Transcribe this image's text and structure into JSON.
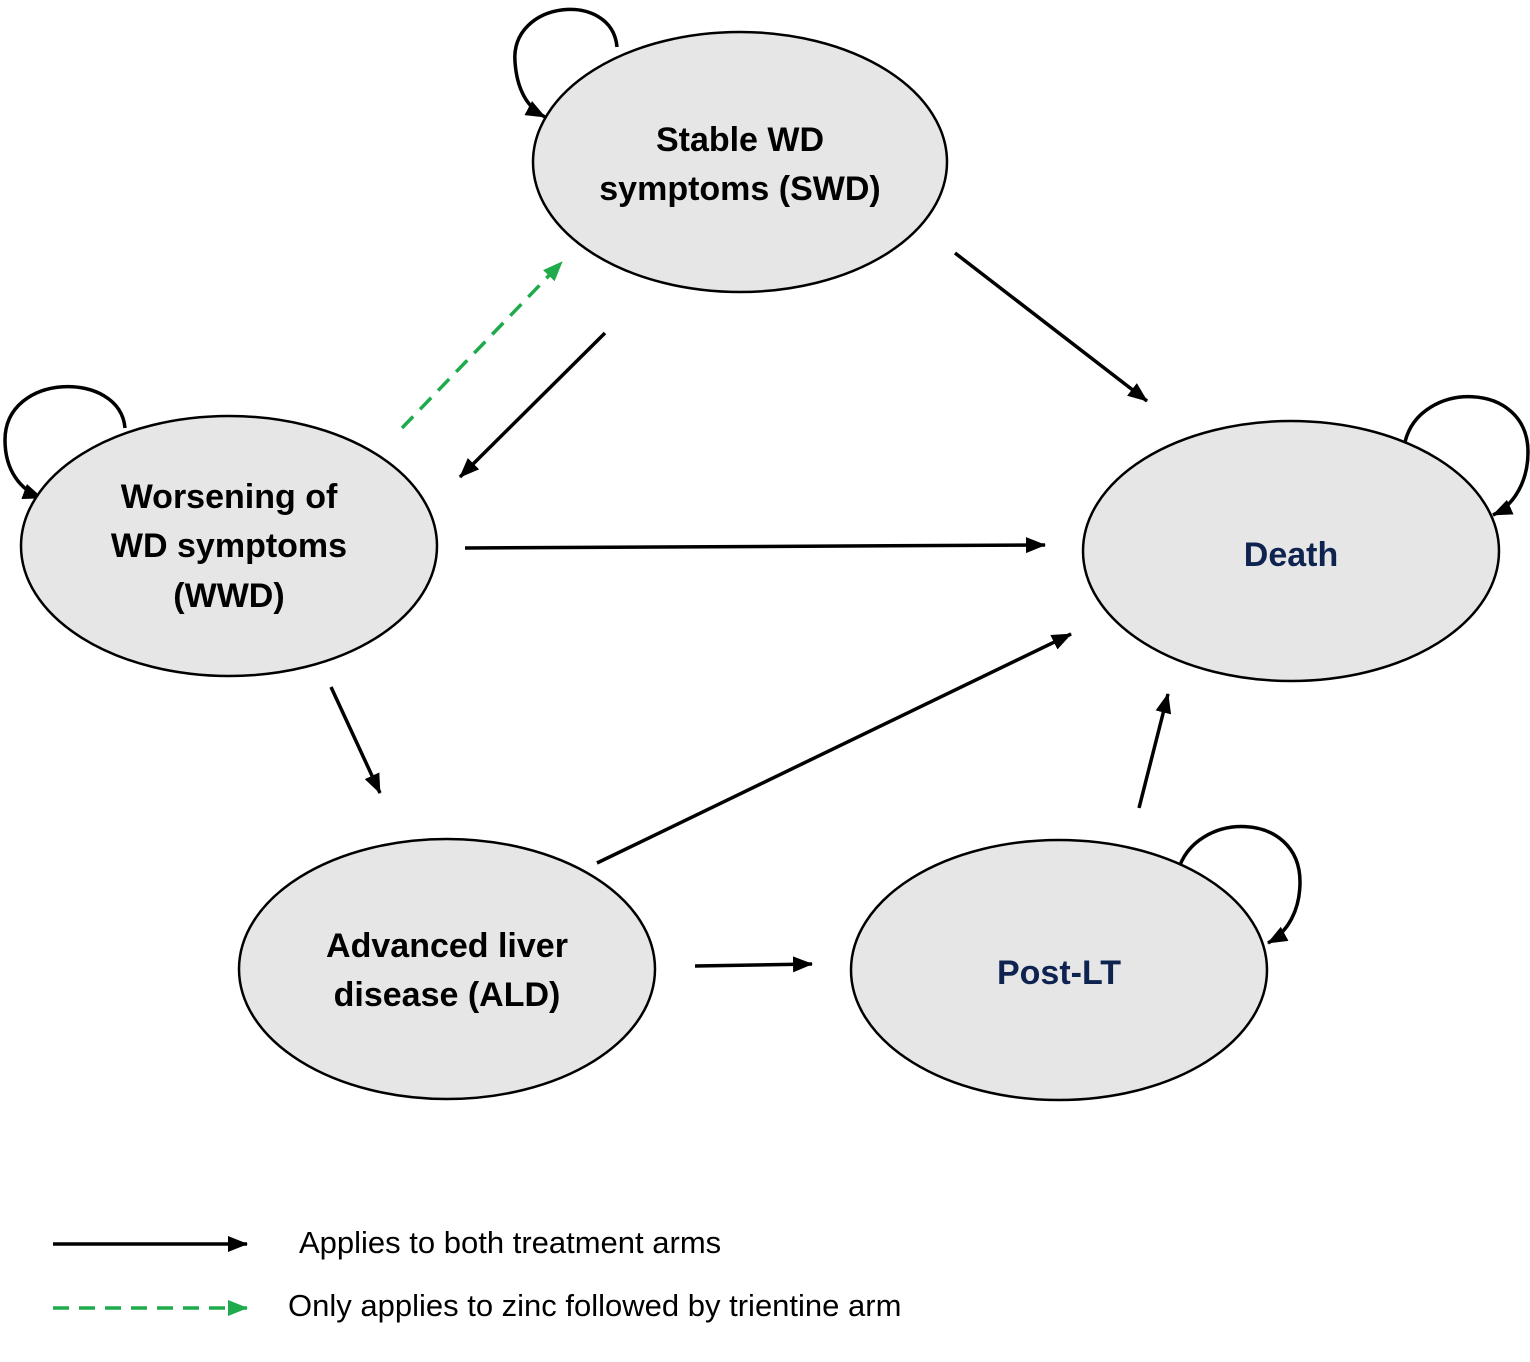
{
  "colors": {
    "node_fill": "#e6e6e6",
    "node_stroke": "#000000",
    "text_dark": "#000000",
    "text_navy": "#0f2350",
    "arrow_solid": "#000000",
    "arrow_dashed": "#1faa4b"
  },
  "nodes": {
    "swd": {
      "line1": "Stable WD",
      "line2": "symptoms (SWD)"
    },
    "wwd": {
      "line1": "Worsening of",
      "line2": "WD symptoms",
      "line3": "(WWD)"
    },
    "death": {
      "line1": "Death"
    },
    "ald": {
      "line1": "Advanced liver",
      "line2": "disease (ALD)"
    },
    "postlt": {
      "line1": "Post-LT"
    }
  },
  "legend": {
    "solid_label": "Applies to both treatment arms",
    "dashed_label": "Only applies to zinc followed by trientine arm"
  }
}
